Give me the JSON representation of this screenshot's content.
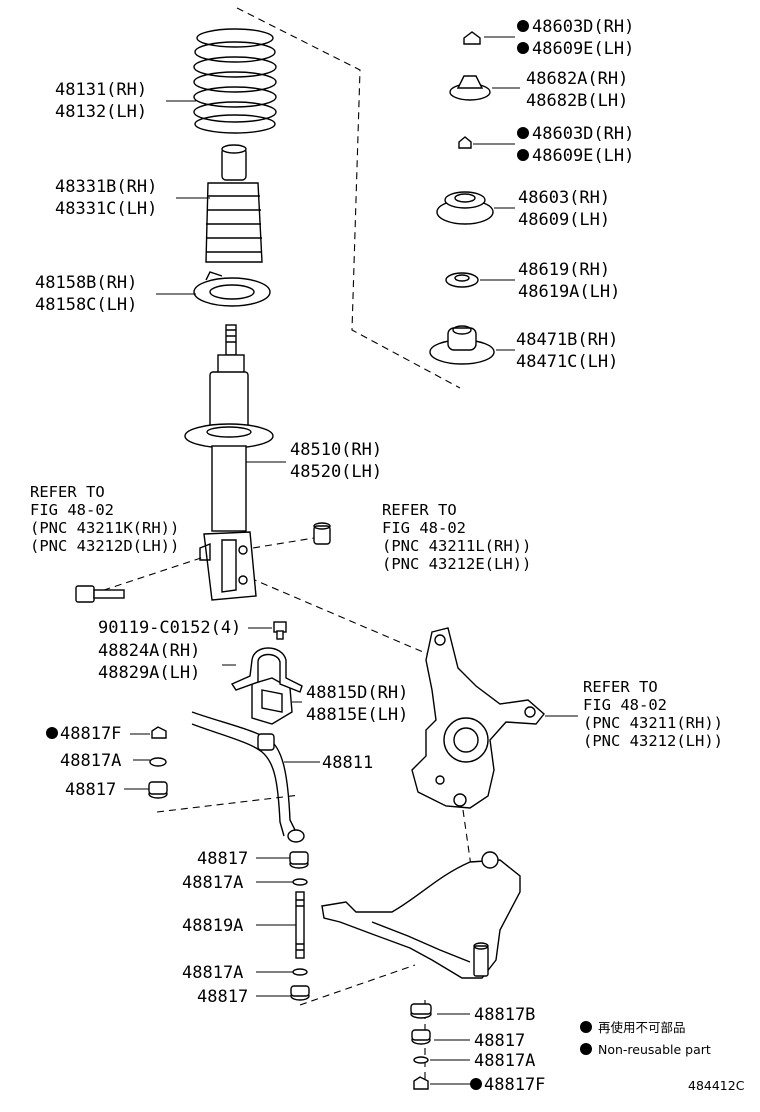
{
  "labels": {
    "spring": [
      "48131(RH)",
      "48132(LH)"
    ],
    "bumper": [
      "48331B(RH)",
      "48331C(LH)"
    ],
    "insulator": [
      "48158B(RH)",
      "48158C(LH)"
    ],
    "strut": [
      "48510(RH)",
      "48520(LH)"
    ],
    "refer_left": [
      "REFER TO",
      "FIG 48-02",
      "(PNC 43211K(RH))",
      "(PNC 43212D(LH))"
    ],
    "refer_right": [
      "REFER TO",
      "FIG 48-02",
      "(PNC 43211L(RH))",
      "(PNC 43212E(LH))"
    ],
    "refer_knuckle": [
      "REFER TO",
      "FIG 48-02",
      "(PNC 43211(RH))",
      "(PNC 43212(LH))"
    ],
    "bolt": "90119-C0152(4)",
    "bracket": [
      "48824A(RH)",
      "48829A(LH)"
    ],
    "bushing": [
      "48815D(RH)",
      "48815E(LH)"
    ],
    "stab_bar": "48811",
    "nut_top_1": [
      "48603D(RH)",
      "48609E(LH)"
    ],
    "nut_top_2": [
      "48603D(RH)",
      "48609E(LH)"
    ],
    "bearing": [
      "48682A(RH)",
      "48682B(LH)"
    ],
    "support": [
      "48603(RH)",
      "48609(LH)"
    ],
    "washer": [
      "48619(RH)",
      "48619A(LH)"
    ],
    "mount": [
      "48471B(RH)",
      "48471C(LH)"
    ],
    "link_left": [
      "48817F",
      "48817A",
      "48817"
    ],
    "link_center": [
      "48817",
      "48817A",
      "48819A",
      "48817A",
      "48817"
    ],
    "link_bottom": [
      "48817B",
      "48817",
      "48817A",
      "48817F"
    ]
  },
  "legend": {
    "jp": "再使用不可部品",
    "en": "Non-reusable part"
  },
  "code": "484412C"
}
